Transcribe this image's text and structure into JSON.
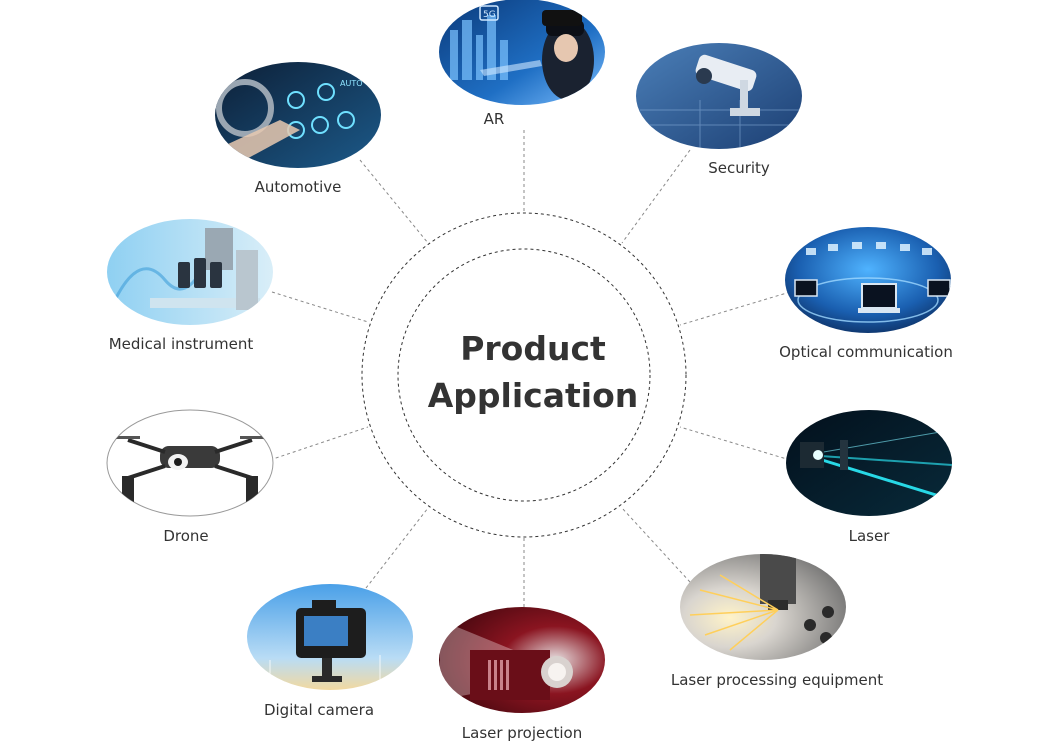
{
  "center": {
    "line1": "Product",
    "line2": "Application"
  },
  "applications": [
    {
      "label": "AR",
      "icon": "vr-headset-5g-icon"
    },
    {
      "label": "Security",
      "icon": "cctv-camera-icon"
    },
    {
      "label": "Optical communication",
      "icon": "network-monitors-icon"
    },
    {
      "label": "Laser",
      "icon": "laser-beam-icon"
    },
    {
      "label": "Laser processing equipment",
      "icon": "laser-cutting-sparks-icon"
    },
    {
      "label": "Laser projection",
      "icon": "projector-icon"
    },
    {
      "label": "Digital camera",
      "icon": "dslr-camera-icon"
    },
    {
      "label": "Drone",
      "icon": "drone-icon"
    },
    {
      "label": "Medical instrument",
      "icon": "microscope-icon"
    },
    {
      "label": "Automotive",
      "icon": "car-dashboard-icon"
    }
  ],
  "colors": {
    "text": "#333333",
    "connector": "#888888",
    "ring": "#333333",
    "tech_blue": "#1f6fc4",
    "laser_cyan": "#28d8e6",
    "projector_red": "#8a1420"
  }
}
